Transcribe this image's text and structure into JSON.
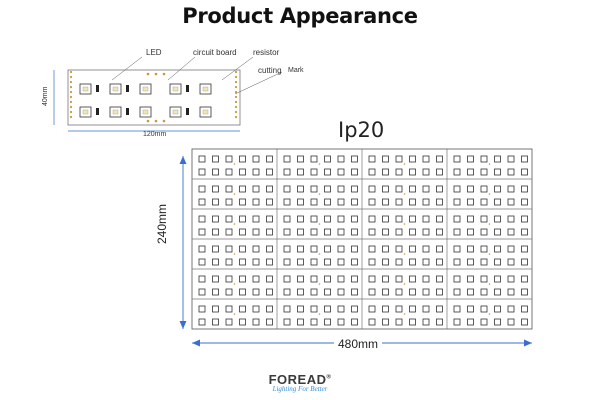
{
  "page_title": "Product Appearance",
  "small_strip": {
    "labels": {
      "led": "LED",
      "circuit_board": "circuit board",
      "resistor": "resistor",
      "cutting": "cutting",
      "mark": "Mark"
    },
    "width_dim": "120mm",
    "height_dim": "40mm"
  },
  "panel": {
    "rating": "Ip20",
    "width_dim": "480mm",
    "height_dim": "240mm"
  },
  "brand": {
    "name": "FOREAD",
    "mark": "®",
    "tagline": "Lighting For Better"
  },
  "colors": {
    "board": "#ffffff",
    "outline": "#555555",
    "led_outline": "#333333",
    "dimension_line": "#3a6fd0",
    "tagline": "#3a8bd8"
  }
}
